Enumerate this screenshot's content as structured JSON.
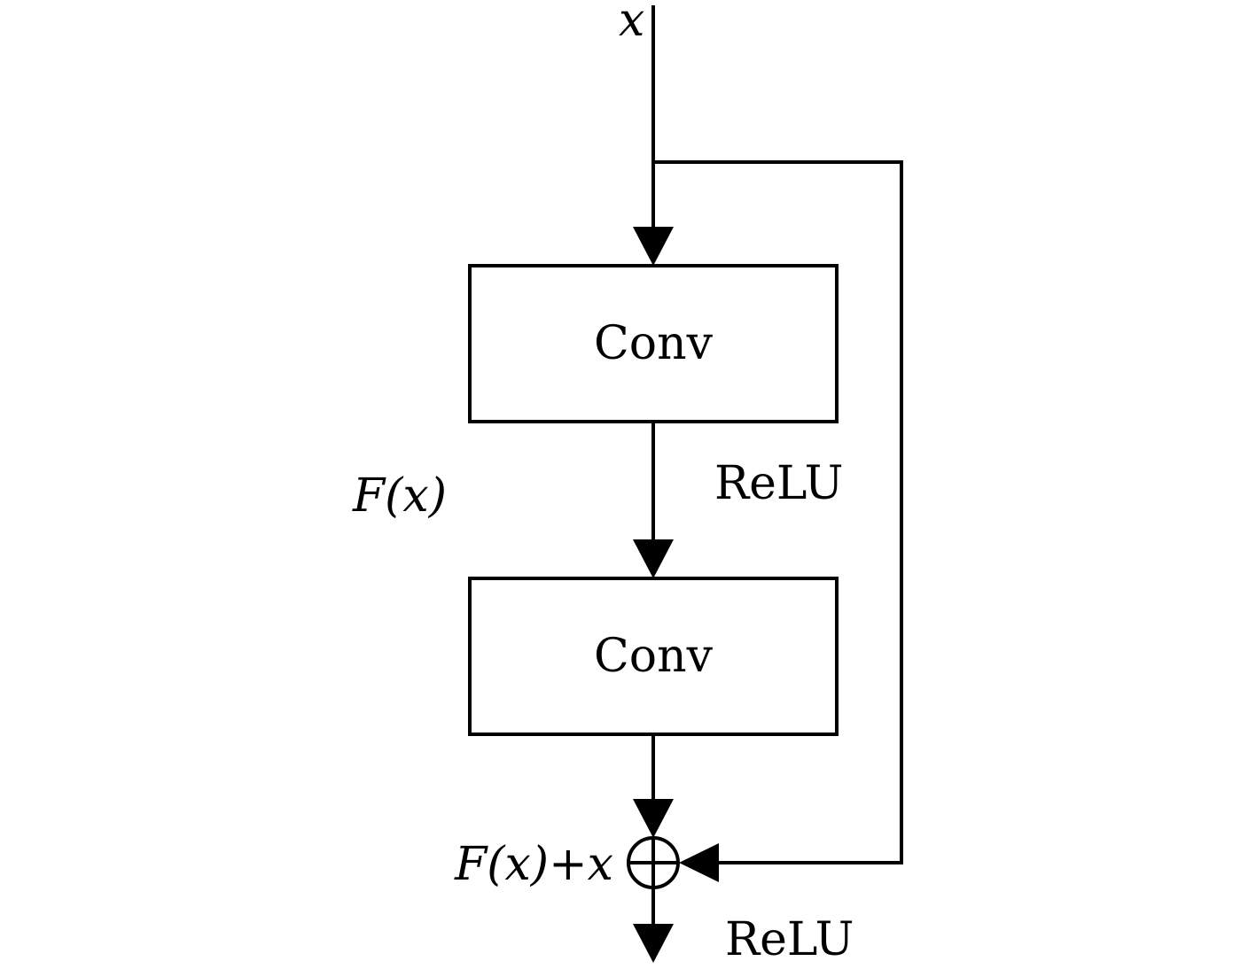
{
  "diagram": {
    "input_label": "x",
    "blocks": [
      {
        "label": "Conv"
      },
      {
        "label": "Conv"
      }
    ],
    "activation_1": "ReLU",
    "residual_label": "F(x)",
    "sum_label": "F(x)+x",
    "activation_2": "ReLU",
    "colors": {
      "stroke": "#000000",
      "background": "#ffffff"
    }
  }
}
